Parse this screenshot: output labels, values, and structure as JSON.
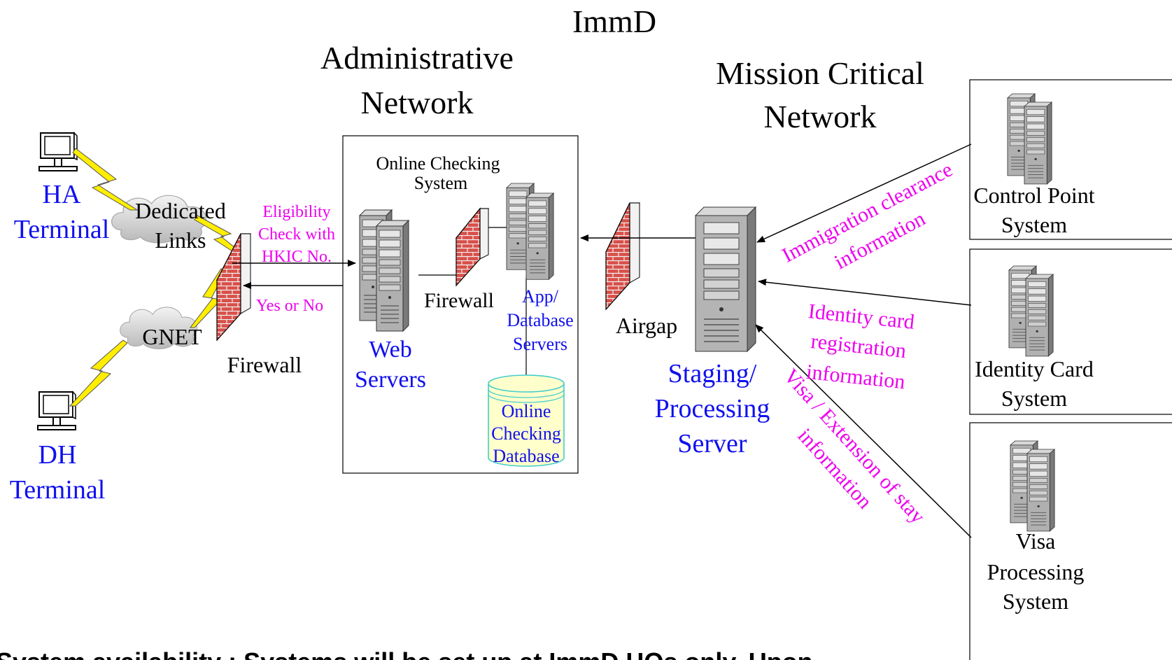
{
  "title": "ImmD",
  "admin_network_label": [
    "Administrative",
    "Network"
  ],
  "mission_network_label": [
    "Mission Critical",
    "Network"
  ],
  "online_checking_system_label": [
    "Online Checking",
    "System"
  ],
  "web_servers_label": [
    "Web",
    "Servers"
  ],
  "app_db_servers_label": [
    "App/",
    "Database",
    "Servers"
  ],
  "database_label": [
    "Online",
    "Checking",
    "Database"
  ],
  "inner_firewall_label": "Firewall",
  "outer_firewall_label": "Firewall",
  "airgap_label": "Airgap",
  "staging_server_label": [
    "Staging/",
    "Processing",
    "Server"
  ],
  "ha_terminal_label": [
    "HA",
    "Terminal"
  ],
  "dh_terminal_label": [
    "DH",
    "Terminal"
  ],
  "dedicated_links_label": [
    "Dedicated",
    "Links"
  ],
  "gnet_label": "GNET",
  "request_label": [
    "Eligibility",
    "Check with",
    "HKIC No."
  ],
  "response_label": "Yes or No",
  "flow_labels": {
    "immigration": [
      "Immigration clearance",
      "information"
    ],
    "identity": [
      "Identity card",
      "registration",
      "information"
    ],
    "visa": [
      "Visa / Extension of stay",
      "information"
    ]
  },
  "systems": {
    "control_point": [
      "Control Point",
      "System"
    ],
    "identity_card": [
      "Identity Card",
      "System"
    ],
    "visa_processing": [
      "Visa",
      "Processing",
      "System"
    ]
  },
  "footer_text": "System availability : Systems will be set up at ImmD HQs only.  Upon",
  "colors": {
    "terminal_label": "#1010ee",
    "flow_label": "#ee00ee",
    "brick": "#d9504a",
    "mortar": "#e8e8e8",
    "database_fill": "#ffffcc",
    "database_stroke": "#44cccc",
    "lightning": "#ffee00"
  }
}
